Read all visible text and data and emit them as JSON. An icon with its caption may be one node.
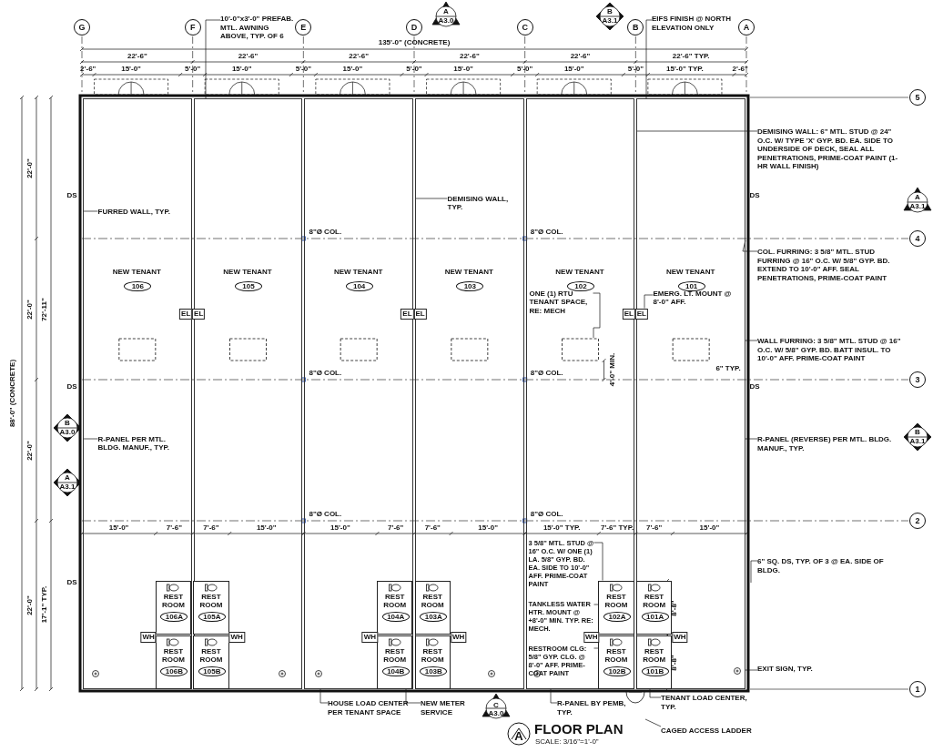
{
  "diagram": {
    "title": "FLOOR PLAN",
    "caption": "SCALE: 3/16\"=1'-0\"",
    "nodes": [
      {
        "text": [
          "NEW TENANT",
          "106"
        ]
      },
      {
        "text": [
          "NEW TENANT",
          "105"
        ]
      },
      {
        "text": [
          "NEW TENANT",
          "104"
        ]
      },
      {
        "text": [
          "NEW TENANT",
          "103"
        ]
      },
      {
        "text": [
          "NEW TENANT",
          "102"
        ]
      },
      {
        "text": [
          "NEW TENANT",
          "101"
        ]
      },
      {
        "text": [
          "REST ROOM",
          "106A"
        ],
        "in": 0
      },
      {
        "text": [
          "REST ROOM",
          "105A"
        ],
        "in": 1
      },
      {
        "text": [
          "REST ROOM",
          "104A"
        ],
        "in": 2
      },
      {
        "text": [
          "REST ROOM",
          "103A"
        ],
        "in": 3
      },
      {
        "text": [
          "REST ROOM",
          "102A"
        ],
        "in": 4
      },
      {
        "text": [
          "REST ROOM",
          "101A"
        ],
        "in": 5
      },
      {
        "text": [
          "REST ROOM",
          "106B"
        ],
        "in": 0
      },
      {
        "text": [
          "REST ROOM",
          "105B"
        ],
        "in": 1
      },
      {
        "text": [
          "REST ROOM",
          "104B"
        ],
        "in": 2
      },
      {
        "text": [
          "REST ROOM",
          "103B"
        ],
        "in": 3
      },
      {
        "text": [
          "REST ROOM",
          "102B"
        ],
        "in": 4
      },
      {
        "text": [
          "REST ROOM",
          "101B"
        ],
        "in": 5
      },
      {
        "text": [
          "G"
        ]
      },
      {
        "text": [
          "F"
        ]
      },
      {
        "text": [
          "E"
        ]
      },
      {
        "text": [
          "D"
        ]
      },
      {
        "text": [
          "C"
        ]
      },
      {
        "text": [
          "B"
        ]
      },
      {
        "text": [
          "A"
        ]
      },
      {
        "text": [
          "5"
        ]
      },
      {
        "text": [
          "4"
        ]
      },
      {
        "text": [
          "3"
        ]
      },
      {
        "text": [
          "2"
        ]
      },
      {
        "text": [
          "1"
        ]
      },
      {
        "text": [
          "10'-0\"x3'-0\" PREFAB. MTL. AWNING ABOVE, TYP. OF 6"
        ]
      },
      {
        "text": [
          "EIFS FINISH @ NORTH ELEVATION ONLY"
        ]
      },
      {
        "text": [
          "FURRED WALL, TYP."
        ],
        "in": 0
      },
      {
        "text": [
          "DEMISING WALL, TYP."
        ],
        "in": 3
      },
      {
        "text": [
          "DEMISING WALL: 6\" MTL. STUD @ 24\" O.C. W/ TYPE 'X' GYP. BD. EA. SIDE TO UNDERSIDE OF DECK, SEAL ALL PENETRATIONS, PRIME-COAT PAINT (1-HR WALL FINISH)"
        ]
      },
      {
        "text": [
          "COL. FURRING: 3 5/8\" MTL. STUD FURRING @ 16\" O.C. W/ 5/8\" GYP. BD. EXTEND TO 10'-0\" AFF. SEAL PENETRATIONS, PRIME-COAT PAINT"
        ]
      },
      {
        "text": [
          "ONE (1) RTU TENANT SPACE, RE: MECH"
        ],
        "in": 4
      },
      {
        "text": [
          "EMERG. LT. MOUNT @ 8'-0\" AFF."
        ],
        "in": 5
      },
      {
        "text": [
          "WALL FURRING: 3 5/8\" MTL. STUD @ 16\" O.C. W/ 5/8\" GYP. BD. BATT INSUL. TO 10'-0\" AFF. PRIME-COAT PAINT"
        ]
      },
      {
        "text": [
          "R-PANEL PER MTL. BLDG. MANUF., TYP."
        ],
        "in": 0
      },
      {
        "text": [
          "R-PANEL (REVERSE) PER MTL. BLDG. MANUF., TYP."
        ]
      },
      {
        "text": [
          "6\" SQ. DS, TYP. OF 3 @ EA. SIDE OF BLDG."
        ]
      },
      {
        "text": [
          "3 5/8\" MTL. STUD @ 16\" O.C. W/ ONE (1) LA. 5/8\" GYP. BD. EA. SIDE TO 10'-0\" AFF. PRIME-COAT PAINT"
        ],
        "in": 4
      },
      {
        "text": [
          "TANKLESS WATER HTR. MOUNT @ +8'-0\" MIN. TYP. RE: MECH."
        ],
        "in": 4
      },
      {
        "text": [
          "RESTROOM CLG: 5/8\" GYP. CLG. @ 8'-0\" AFF. PRIME-COAT PAINT"
        ],
        "in": 4
      },
      {
        "text": [
          "EXIT SIGN, TYP."
        ]
      },
      {
        "text": [
          "HOUSE LOAD CENTER PER TENANT SPACE"
        ]
      },
      {
        "text": [
          "NEW METER SERVICE"
        ]
      },
      {
        "text": [
          "R-PANEL BY PEMB, TYP."
        ]
      },
      {
        "text": [
          "TENANT LOAD CENTER, TYP."
        ]
      },
      {
        "text": [
          "CAGED ACCESS LADDER"
        ]
      },
      {
        "text": [
          "EL"
        ],
        "in": 0
      },
      {
        "text": [
          "EL"
        ],
        "in": 1
      },
      {
        "text": [
          "EL"
        ],
        "in": 2
      },
      {
        "text": [
          "EL"
        ],
        "in": 3
      },
      {
        "text": [
          "EL"
        ],
        "in": 4
      },
      {
        "text": [
          "EL"
        ],
        "in": 5
      }
    ],
    "edges": [
      {
        "from": 30,
        "to": 1,
        "arrow": "none"
      },
      {
        "from": 31,
        "to": 5,
        "arrow": "none"
      },
      {
        "from": 32,
        "to": 0,
        "arrow": "none"
      },
      {
        "from": 33,
        "to": 3,
        "arrow": "none"
      },
      {
        "from": 34,
        "to": 5,
        "arrow": "none"
      },
      {
        "from": 35,
        "to": 5,
        "arrow": "none"
      },
      {
        "from": 36,
        "to": null,
        "arrow": "none"
      },
      {
        "from": 37,
        "to": 56,
        "arrow": "none"
      },
      {
        "from": 38,
        "to": 5,
        "arrow": "none"
      },
      {
        "from": 39,
        "to": 0,
        "arrow": "none"
      },
      {
        "from": 40,
        "to": 5,
        "arrow": "none"
      },
      {
        "from": 41,
        "to": null,
        "arrow": "none"
      },
      {
        "from": 42,
        "to": 10,
        "arrow": "none"
      },
      {
        "from": 43,
        "to": 10,
        "arrow": "none"
      },
      {
        "from": 44,
        "to": 16,
        "arrow": "none"
      },
      {
        "from": 45,
        "to": 5,
        "arrow": "none"
      },
      {
        "from": 46,
        "to": 2,
        "arrow": "none"
      },
      {
        "from": 47,
        "to": 2,
        "arrow": "none"
      },
      {
        "from": 48,
        "to": 4,
        "arrow": "none"
      },
      {
        "from": 49,
        "to": 5,
        "arrow": "none"
      },
      {
        "from": 50,
        "to": null,
        "arrow": "none"
      }
    ],
    "labels": [
      "A",
      "A3.0",
      "B",
      "A3.1",
      "135'-0\" (CONCRETE)",
      "22'-6\"",
      "22'-6\"",
      "22'-6\"",
      "22'-6\"",
      "22'-6\"",
      "22'-6\" TYP.",
      "2'-6\"",
      "15'-0\"",
      "5'-0\"",
      "15'-0\"",
      "5'-0\"",
      "15'-0\"",
      "5'-0\"",
      "15'-0\"",
      "5'-0\"",
      "15'-0\"",
      "5'-0\"",
      "15'-0\" TYP.",
      "2'-6\"",
      "88'-0\" (CONCRETE)",
      "22'-0\"",
      "22'-0\"",
      "22'-0\"",
      "22'-0\"",
      "72'-11\"",
      "17'-1\" TYP.",
      "B",
      "A3.0",
      "A",
      "A3.1",
      "A",
      "A3.1",
      "B",
      "A3.1",
      "DS",
      "DS",
      "8\"Ø COL.",
      "8\"Ø COL.",
      "4'-0\" MIN.",
      "6\" TYP.",
      "DS",
      "DS",
      "8\"Ø COL.",
      "8\"Ø COL.",
      "8\"Ø COL.",
      "8\"Ø COL.",
      "15'-0\"",
      "7'-6\"",
      "7'-6\"",
      "15'-0\"",
      "15'-0\"",
      "7'-6\"",
      "7'-6\"",
      "15'-0\"",
      "15'-0\" TYP.",
      "7'-6\" TYP.",
      "7'-6\"",
      "15'-0\"",
      "DS",
      "8'-8\"",
      "8'-8\"",
      "WH",
      "WH",
      "WH",
      "WH",
      "WH",
      "WH",
      "C",
      "A3.0",
      "A"
    ]
  }
}
